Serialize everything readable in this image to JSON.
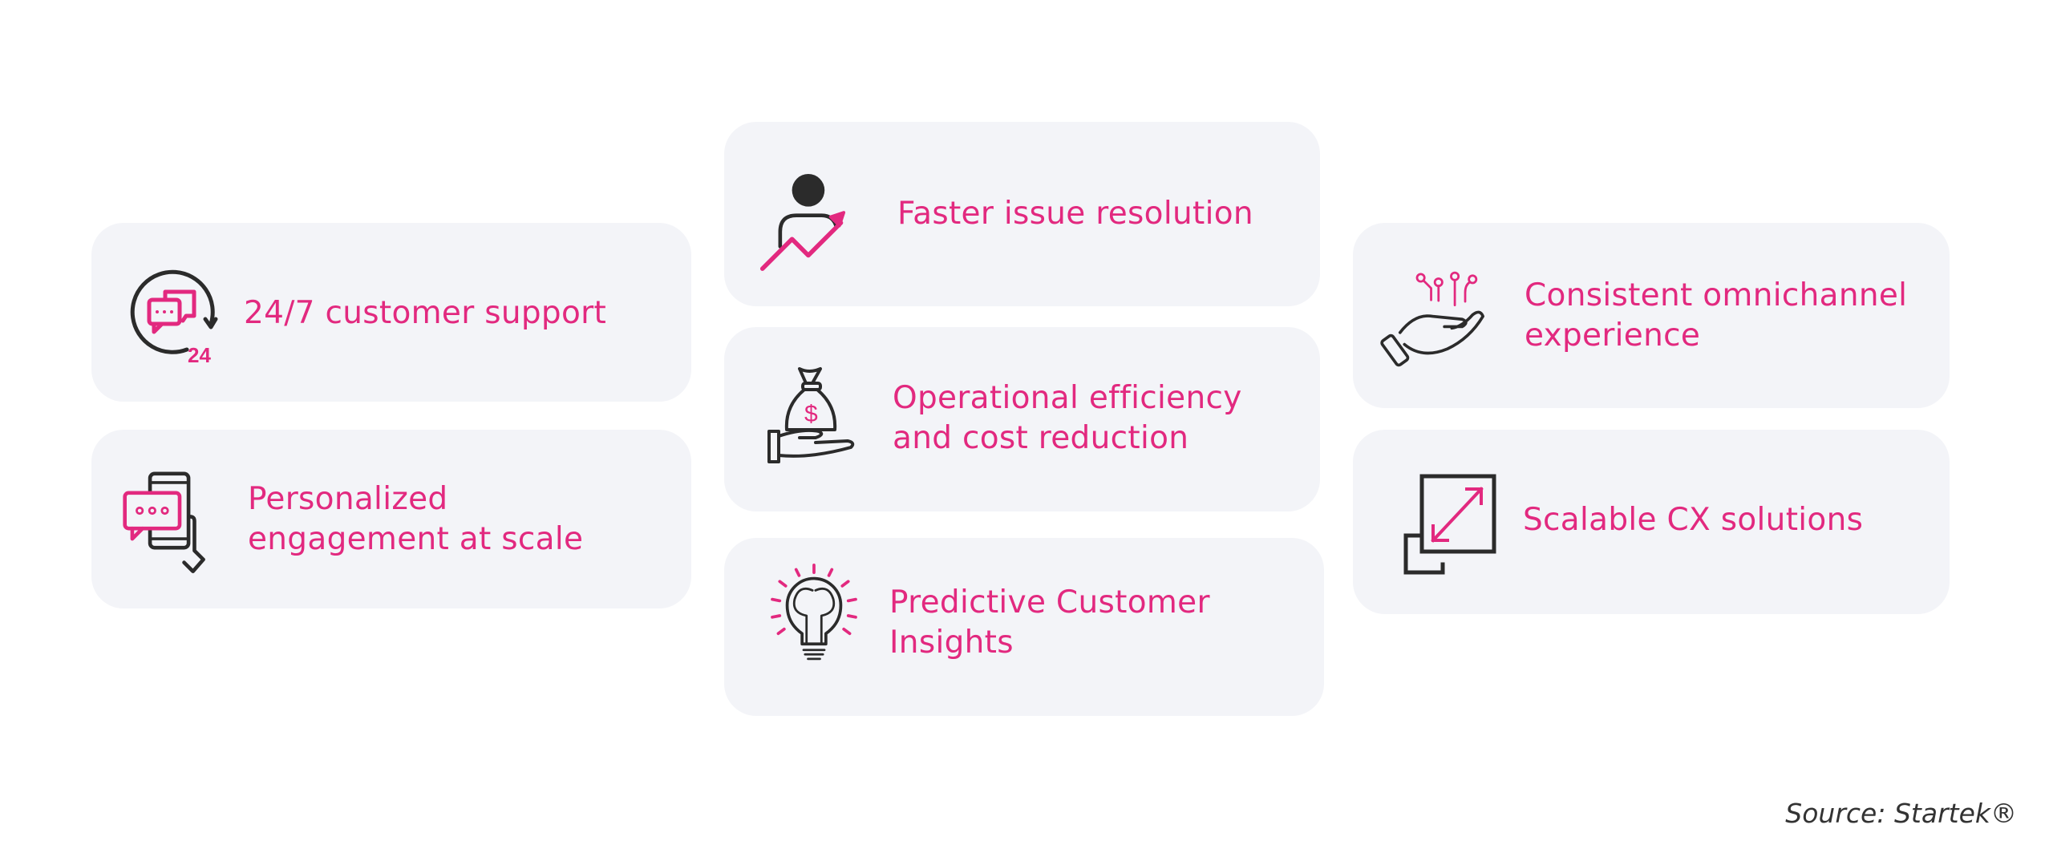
{
  "accent_color": "#e2297f",
  "icon_color": "#2b2b2b",
  "card_background": "#f3f4f8",
  "cards": [
    {
      "label": "24/7 customer support",
      "icon": "chat-24-hours-icon",
      "icon_text": "24"
    },
    {
      "label_lines": [
        "Personalized",
        "engagement at scale"
      ],
      "icon": "phone-chat-icon"
    },
    {
      "label": "Faster issue resolution",
      "icon": "person-growth-arrow-icon"
    },
    {
      "label_lines": [
        "Operational efficiency",
        "and cost reduction"
      ],
      "icon": "money-bag-hand-icon",
      "icon_text": "$"
    },
    {
      "label_lines": [
        "Predictive Customer",
        "Insights"
      ],
      "icon": "brain-lightbulb-icon"
    },
    {
      "label_lines": [
        "Consistent omnichannel",
        "experience"
      ],
      "icon": "hand-network-icon"
    },
    {
      "label": "Scalable CX solutions",
      "icon": "scale-arrow-icon"
    }
  ],
  "source": "Source: Startek®"
}
